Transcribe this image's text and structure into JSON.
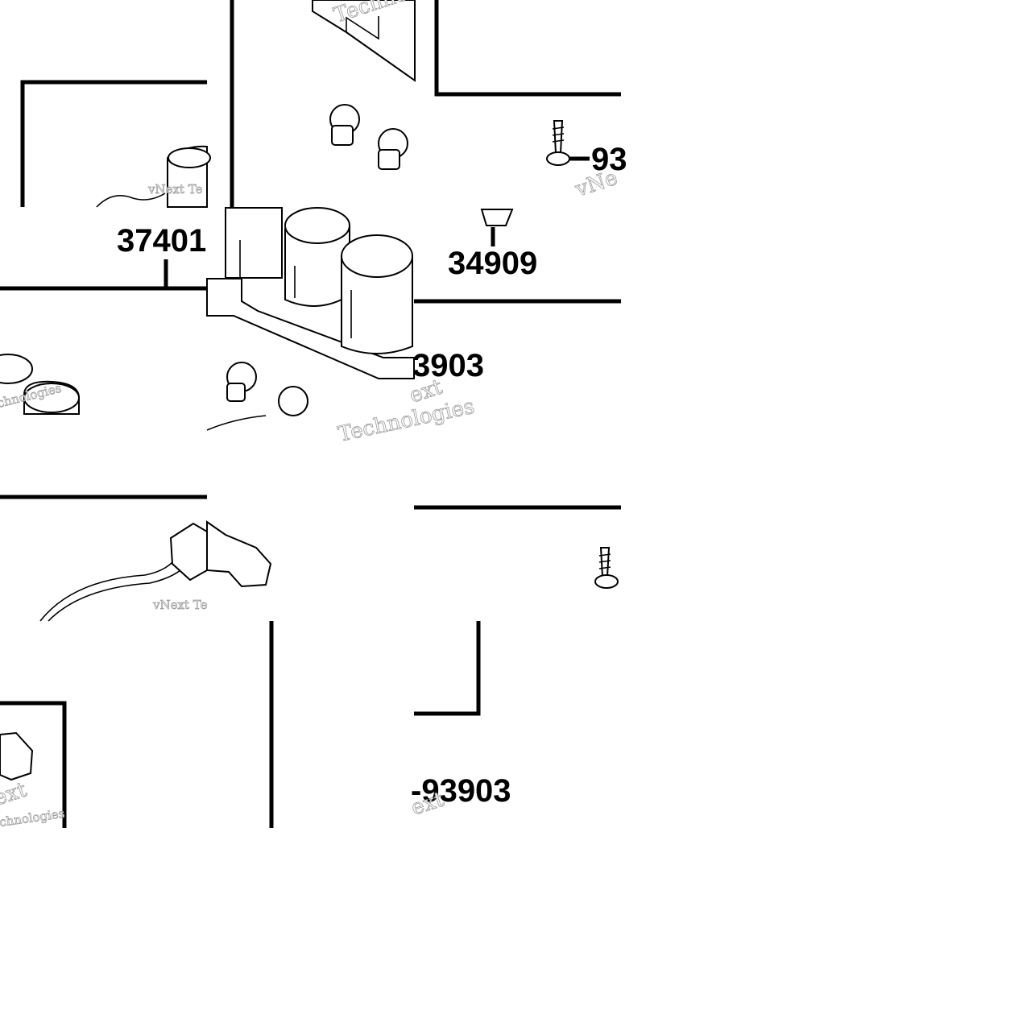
{
  "diagram": {
    "part_numbers": {
      "p37401": "37401",
      "p34909": "34909",
      "p93903_mid": "3903",
      "p93_top": "93",
      "p93903_bottom": "-93903"
    },
    "watermarks": {
      "w1": "vNext Te",
      "w2": "vNext Technologies",
      "w3": "Technologies",
      "w4": "Techno",
      "w5": "vNe",
      "w6": "ext",
      "w7": "chnologies"
    }
  }
}
